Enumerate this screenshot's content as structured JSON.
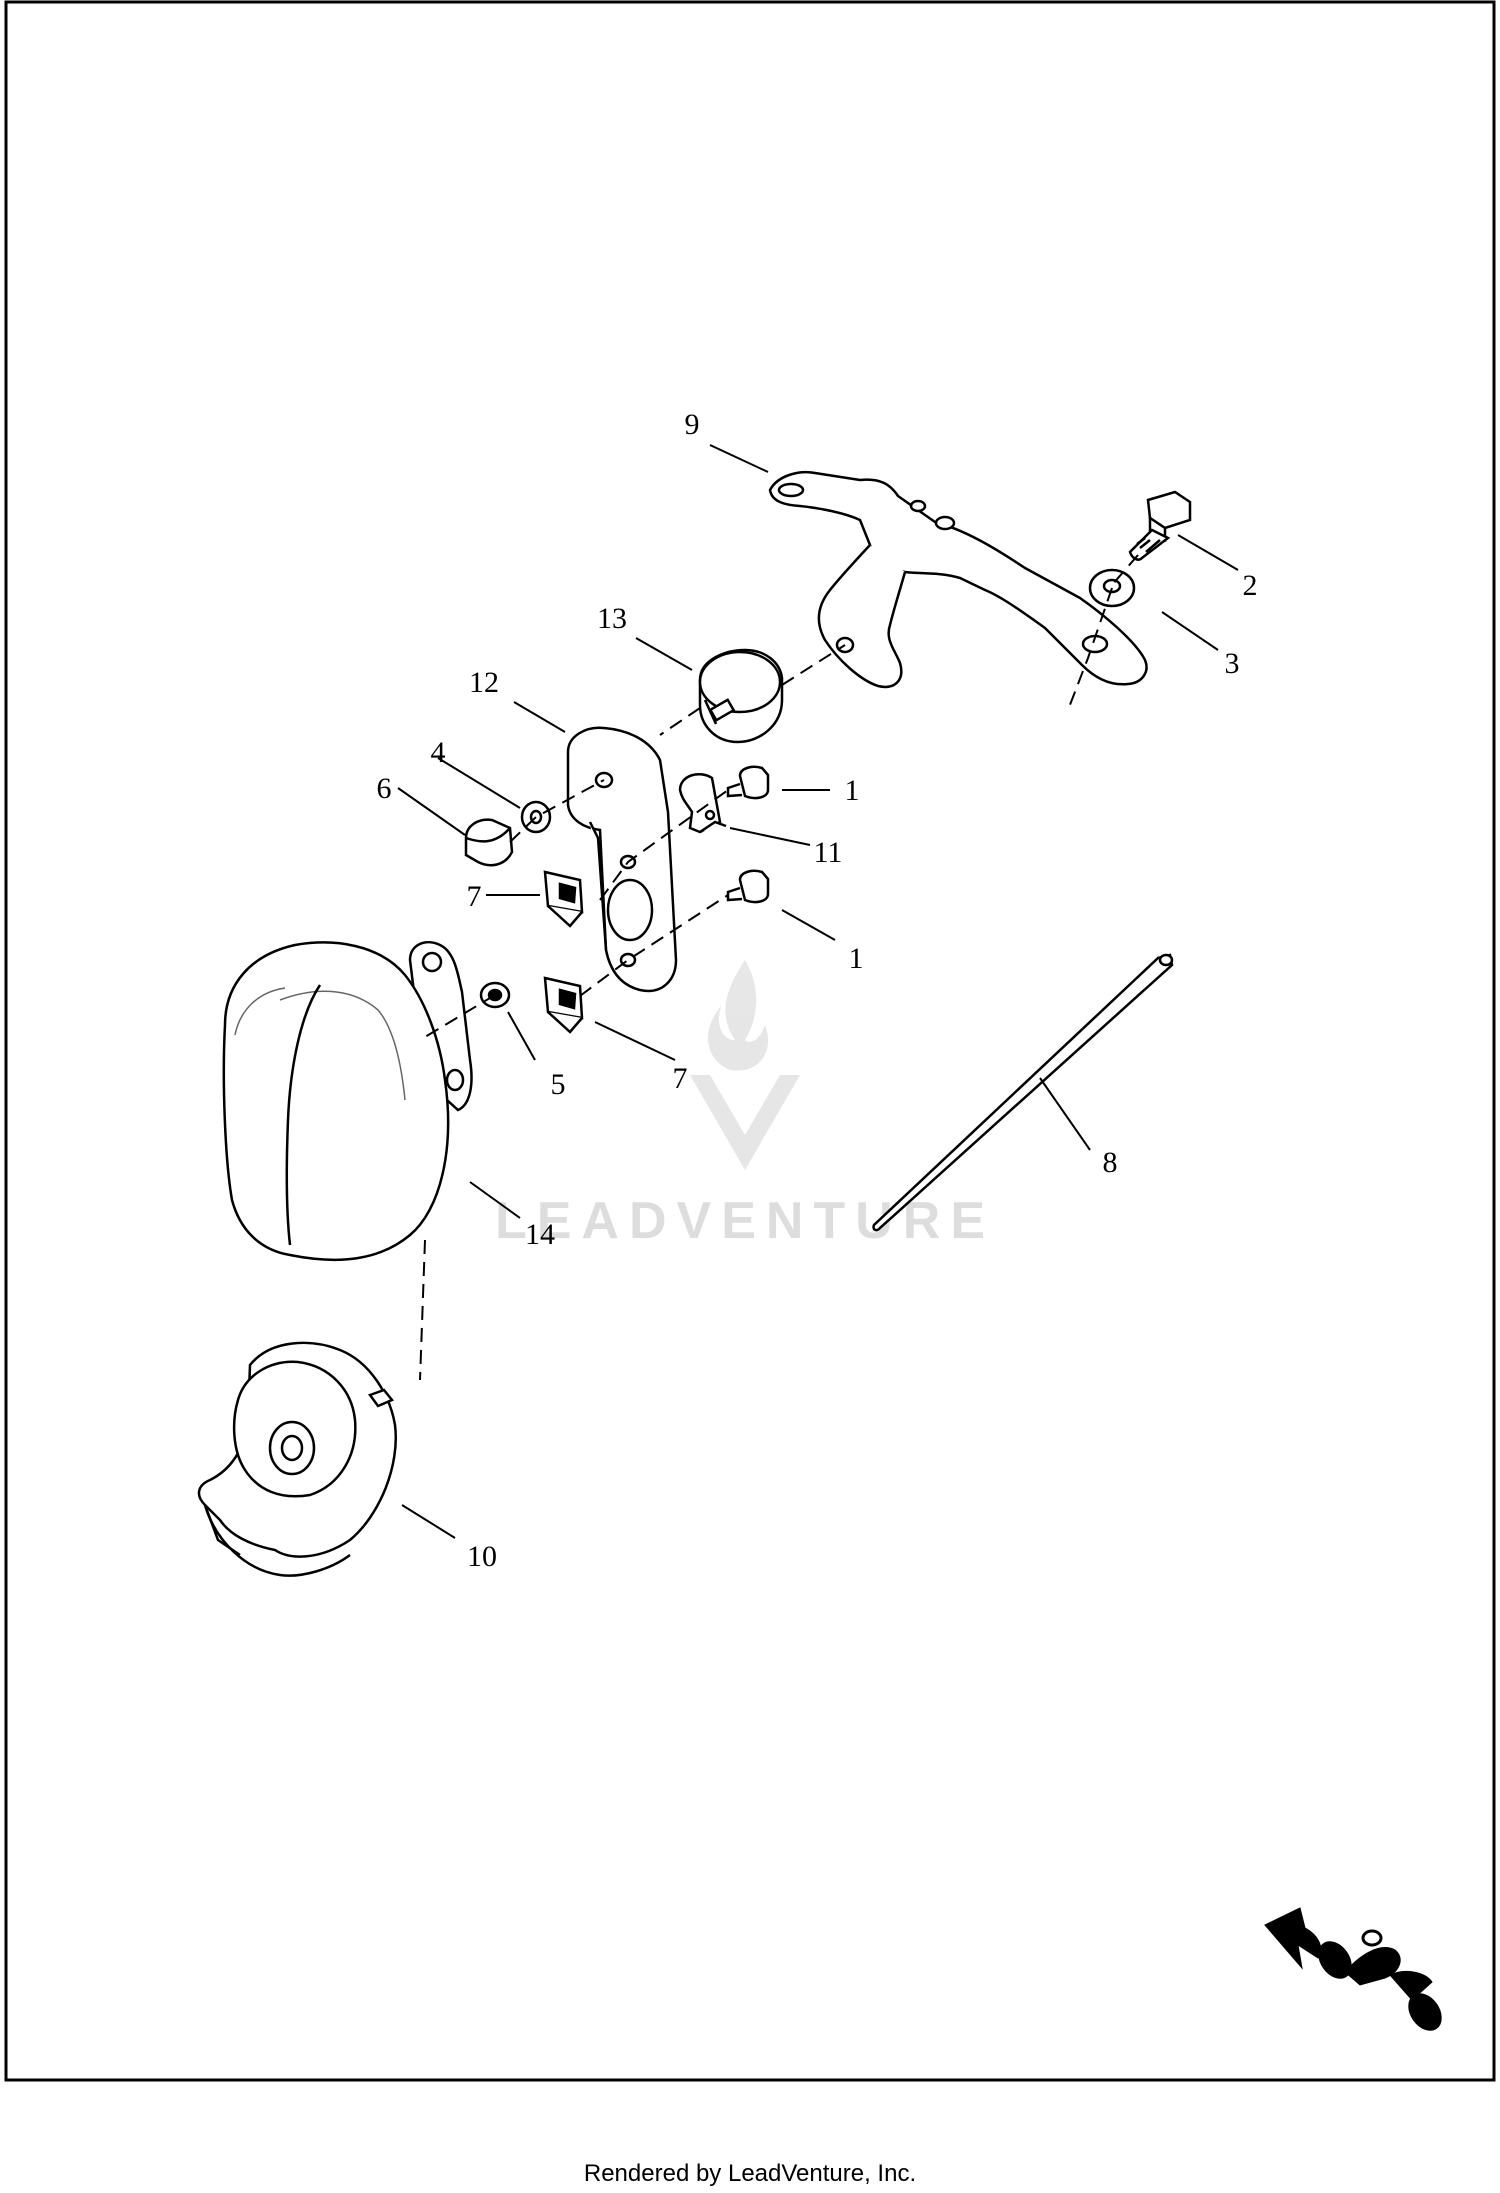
{
  "diagram": {
    "callouts": [
      {
        "id": "c1a",
        "label": "1"
      },
      {
        "id": "c1b",
        "label": "1"
      },
      {
        "id": "c2",
        "label": "2"
      },
      {
        "id": "c3",
        "label": "3"
      },
      {
        "id": "c4",
        "label": "4"
      },
      {
        "id": "c5",
        "label": "5"
      },
      {
        "id": "c6",
        "label": "6"
      },
      {
        "id": "c7a",
        "label": "7"
      },
      {
        "id": "c7b",
        "label": "7"
      },
      {
        "id": "c8",
        "label": "8"
      },
      {
        "id": "c9",
        "label": "9"
      },
      {
        "id": "c10",
        "label": "10"
      },
      {
        "id": "c11",
        "label": "11"
      },
      {
        "id": "c12",
        "label": "12"
      },
      {
        "id": "c13",
        "label": "13"
      },
      {
        "id": "c14",
        "label": "14"
      }
    ],
    "watermark": "LEADVENTURE",
    "direction_icon": "front-direction-arrow-motorcycle-icon"
  },
  "footer": {
    "text": "Rendered by LeadVenture, Inc."
  }
}
